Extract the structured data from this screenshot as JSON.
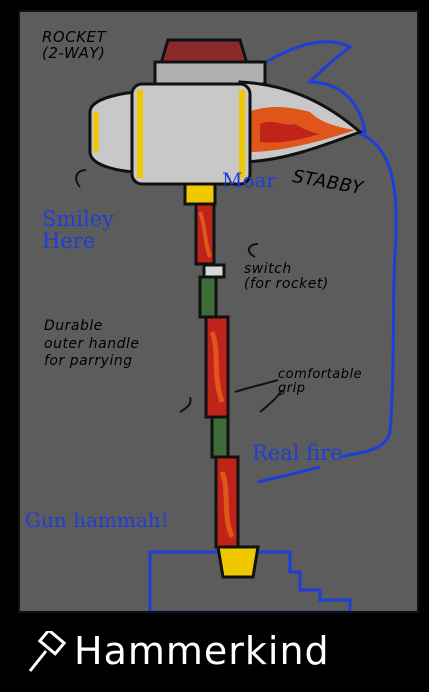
{
  "card": {
    "title": "Hammerkind",
    "icon": "hammer-icon"
  },
  "annotations": {
    "rocket": "ROCKET\n(2-WAY)",
    "moar": "Moar",
    "stabby": "STABBY",
    "smiley": "Smiley\nHere",
    "switch": "switch\n(for rocket)",
    "durable": "Durable\nouter handle\nfor parrying",
    "comfortable": "comfortable\ngrip",
    "real_fire": "Real fire",
    "gun_hammah": "Gun hammah!"
  },
  "colors": {
    "background": "#5c5c5c",
    "frame": "#000000",
    "hammer_head": "#c8c8c8",
    "trim": "#f0c800",
    "handle_red": "#c0231a",
    "handle_green": "#3f6a3a",
    "fire": "#e0561a",
    "blue_ink": "#1d3ed8"
  }
}
